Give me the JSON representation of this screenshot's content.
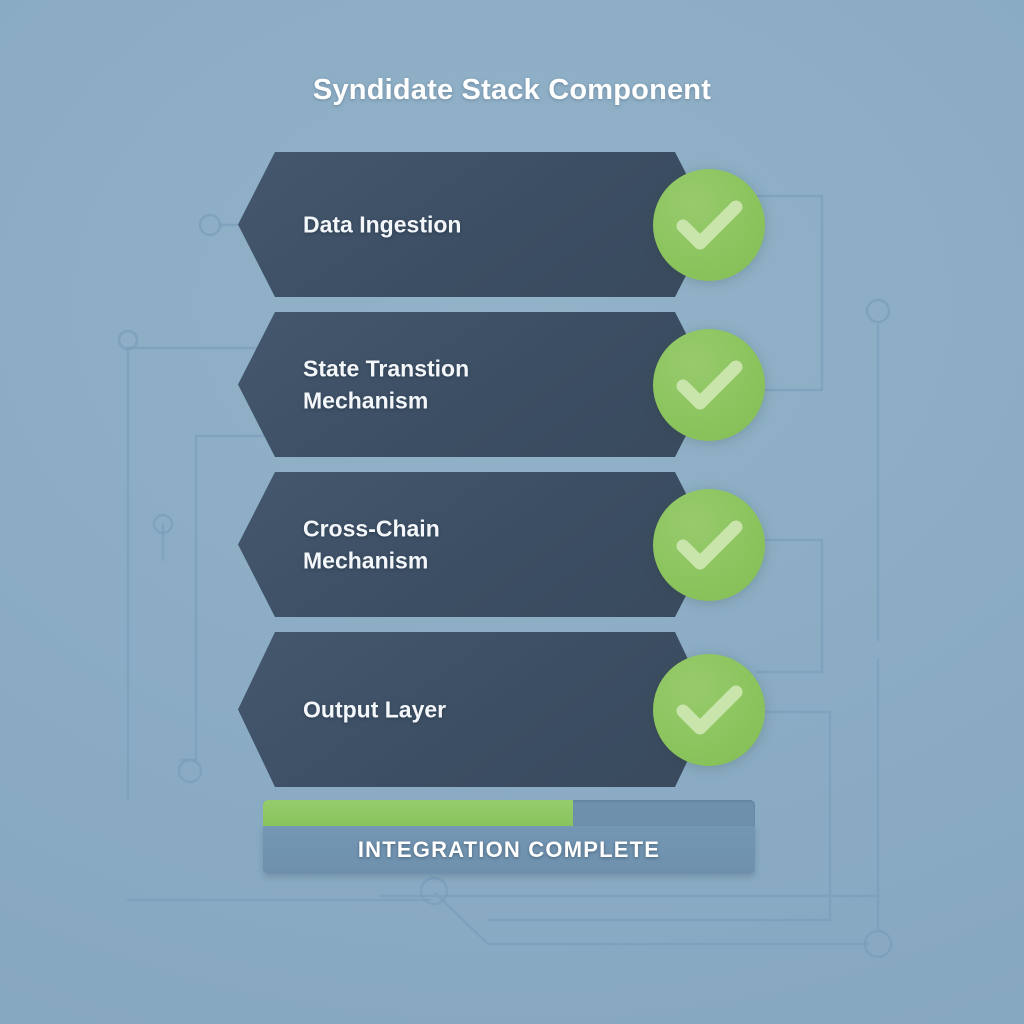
{
  "header": {
    "title": "Syndidate Stack Component"
  },
  "stack": {
    "items": [
      {
        "label": "Data Ingestion",
        "status_icon": "check-circle-icon",
        "status": "complete"
      },
      {
        "label": "State Transtion\nMechanism",
        "status_icon": "check-circle-icon",
        "status": "complete"
      },
      {
        "label": "Cross-Chain\nMechanism",
        "status_icon": "check-circle-icon",
        "status": "complete"
      },
      {
        "label": "Output Layer",
        "status_icon": "check-circle-icon",
        "status": "complete"
      }
    ]
  },
  "progress": {
    "percent": 63,
    "status_label": "INTEGRATION COMPLETE"
  },
  "colors": {
    "background": "#8aabc3",
    "panel": "#3c4e63",
    "accent_green": "#8bc45d",
    "check_glyph": "#c9e5ab",
    "text_light": "#f4f7fa",
    "track": "#6e90ad",
    "circuit_line": "#7b9db8"
  },
  "decor": {
    "circuit_nodes": 7,
    "circuit_label": "circuit-trace-background"
  }
}
